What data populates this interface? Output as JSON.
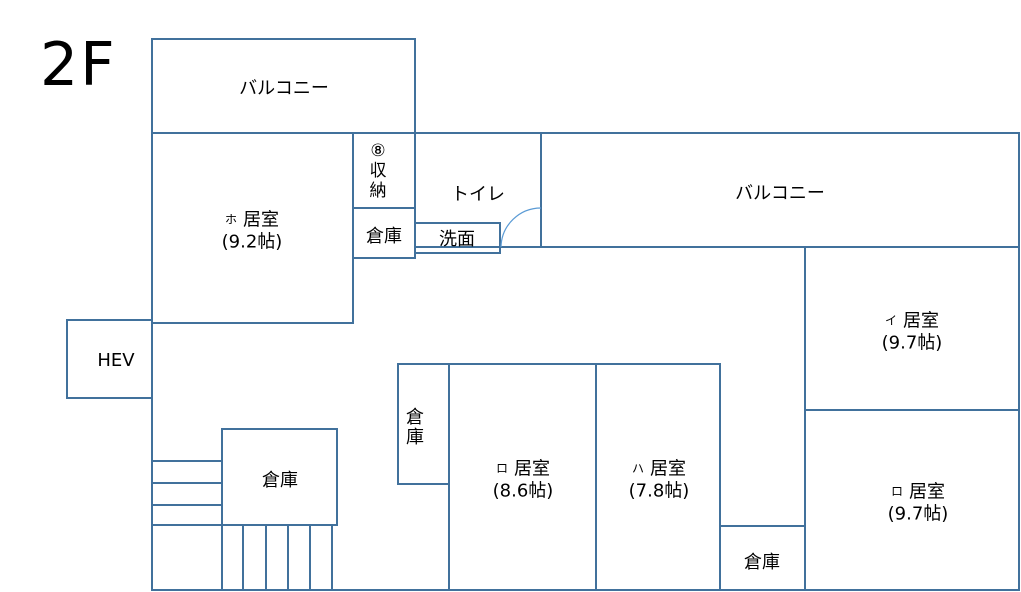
{
  "floor": "2F",
  "rooms": {
    "balcony_left": "バルコニー",
    "balcony_right": "バルコニー",
    "storage_8": "⑧\n収\n納",
    "toilet": "トイレ",
    "washroom": "洗面",
    "storage_small": "倉庫",
    "room_ho": {
      "mark": "ホ",
      "name": "居室",
      "size": "(9.2帖)"
    },
    "room_i": {
      "mark": "イ",
      "name": "居室",
      "size": "(9.7帖)"
    },
    "room_ro_right": {
      "mark": "ロ",
      "name": "居室",
      "size": "(9.7帖)"
    },
    "room_ro_mid": {
      "mark": "ロ",
      "name": "居室",
      "size": "(8.6帖)"
    },
    "room_ha": {
      "mark": "ハ",
      "name": "居室",
      "size": "(7.8帖)"
    },
    "hev": "HEV",
    "storage_left": "倉庫",
    "storage_vertical": "倉\n庫",
    "storage_bottom": "倉庫"
  },
  "colors": {
    "wall": "#41719C",
    "door_arc": "#5B9BD5"
  }
}
